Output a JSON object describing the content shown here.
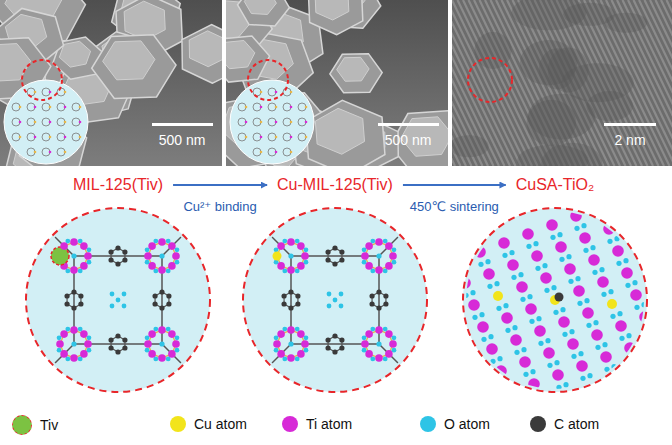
{
  "diagram": {
    "nodes": [
      {
        "text": [
          "MIL-125(Tiv)"
        ]
      },
      {
        "text": [
          "Cu-MIL-125(Tiv)"
        ]
      },
      {
        "text": [
          "CuSA-TiO₂"
        ]
      }
    ],
    "edges": [
      {
        "from": 0,
        "to": 1,
        "arrow": "to",
        "label": "Cu²⁺ binding"
      },
      {
        "from": 1,
        "to": 2,
        "arrow": "to",
        "label": "450℃ sintering"
      }
    ],
    "labels": [
      "500 nm",
      "500 nm",
      "2 nm"
    ],
    "legend": [
      {
        "text": "Tiv",
        "color": "#7cc242"
      },
      {
        "text": "Cu atom",
        "color": "#f2e41b"
      },
      {
        "text": "Ti atom",
        "color": "#d72ad7"
      },
      {
        "text": "O atom",
        "color": "#2ec4e6"
      },
      {
        "text": "C atom",
        "color": "#3a3a3a"
      }
    ]
  }
}
